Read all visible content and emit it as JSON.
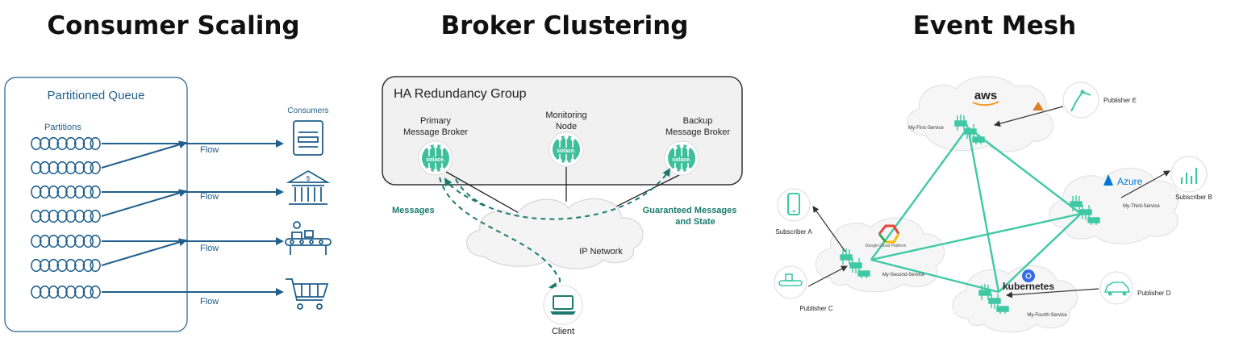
{
  "titles": {
    "consumer_scaling": "Consumer Scaling",
    "broker_clustering": "Broker Clustering",
    "event_mesh": "Event Mesh"
  },
  "consumer": {
    "queue_label": "Partitioned Queue",
    "partitions_label": "Partitions",
    "consumers_label": "Consumers",
    "flow_labels": [
      "Flow",
      "Flow",
      "Flow",
      "Flow"
    ]
  },
  "broker": {
    "group_label": "HA Redundancy Group",
    "primary_line1": "Primary",
    "primary_line2": "Message Broker",
    "monitor_line1": "Monitoring",
    "monitor_line2": "Node",
    "backup_line1": "Backup",
    "backup_line2": "Message Broker",
    "node_logo": "solace.",
    "messages_label": "Messages",
    "guaranteed_line1": "Guaranteed Messages",
    "guaranteed_line2": "and State",
    "network_label": "IP Network",
    "client_label": "Client"
  },
  "mesh": {
    "aws_label": "aws",
    "azure_label": "Azure",
    "gcp_label": "Google Cloud Platform",
    "k8s_label": "kubernetes",
    "first_service": "My-First-Service",
    "second_service": "My-Second-Service",
    "third_service": "My-Third-Service",
    "fourth_service": "My-Fourth-Service",
    "publisher_e": "Publisher E",
    "subscriber_b": "Subscriber B",
    "subscriber_a": "Subscriber A",
    "publisher_c": "Publisher C",
    "publisher_d": "Publisher D"
  },
  "colors": {
    "accent_blue": "#1f5f8b",
    "solace_green": "#3dbf9b",
    "mesh_green": "#3ec9a4"
  }
}
